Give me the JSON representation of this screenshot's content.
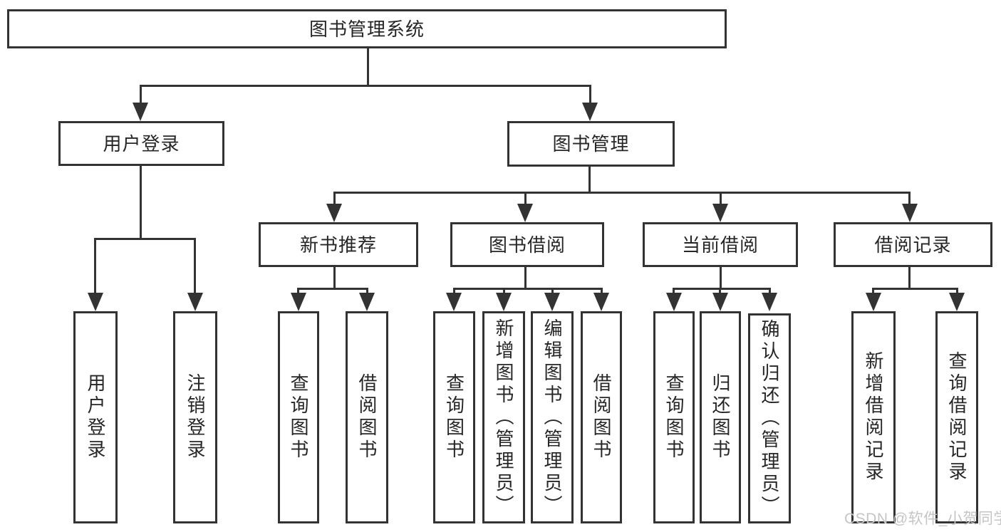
{
  "page": {
    "watermark": "CSDN @软件_小贺同学"
  },
  "colors": {
    "line": "#333333",
    "text": "#262626",
    "background": "#ffffff",
    "watermark": "#c5c5c5"
  },
  "tree": {
    "root": "图书管理系统",
    "level2": {
      "user_login": "用户登录",
      "book_mgmt": "图书管理"
    },
    "level3": {
      "new_books": "新书推荐",
      "book_borrow": "图书借阅",
      "current_borrow": "当前借阅",
      "borrow_records": "借阅记录"
    },
    "leaves": {
      "user_login": [
        "用户登录",
        "注销登录"
      ],
      "new_books": [
        "查询图书",
        "借阅图书"
      ],
      "book_borrow": [
        "查询图书",
        "新增图书（管理员）",
        "编辑图书（管理员）",
        "借阅图书"
      ],
      "current_borrow": [
        "查询图书",
        "归还图书",
        "确认归还（管理员）"
      ],
      "borrow_records": [
        "新增借阅记录",
        "查询借阅记录"
      ]
    }
  }
}
